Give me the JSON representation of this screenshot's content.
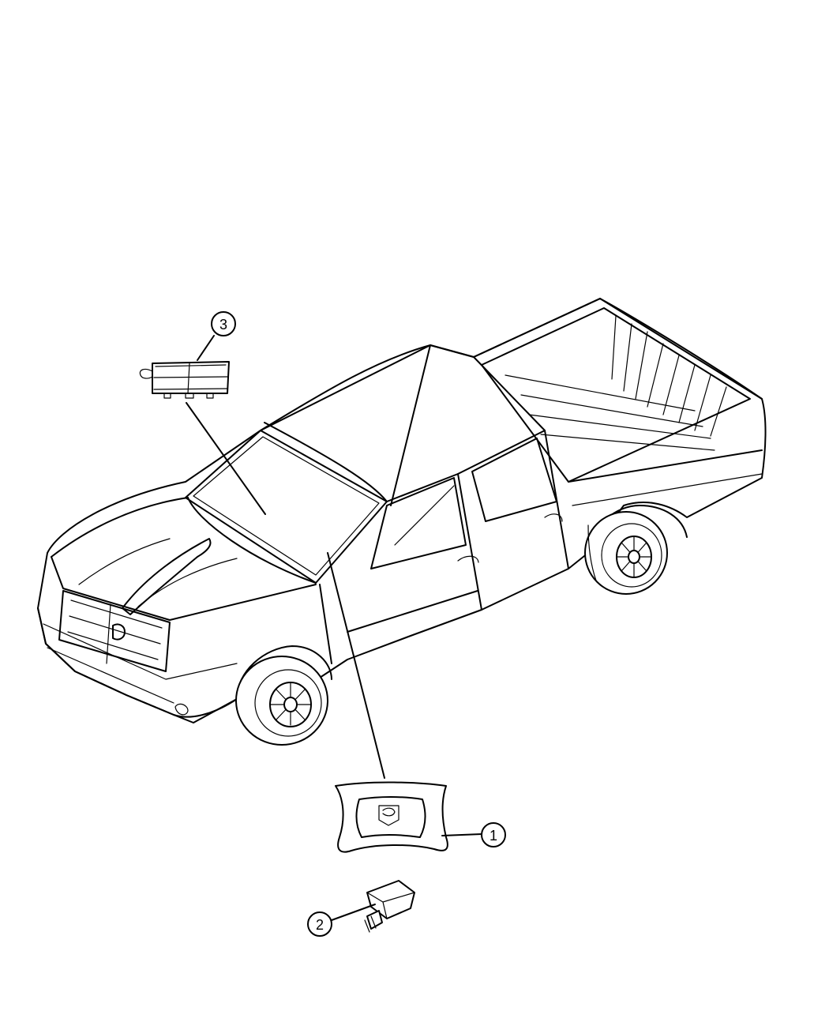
{
  "callouts": [
    {
      "id": "callout-1",
      "number": "1",
      "part": "driver-airbag"
    },
    {
      "id": "callout-2",
      "number": "2",
      "part": "clockspring-sensor"
    },
    {
      "id": "callout-3",
      "number": "3",
      "part": "passenger-airbag-module"
    }
  ],
  "colors": {
    "line": "#000000",
    "background": "#ffffff"
  }
}
